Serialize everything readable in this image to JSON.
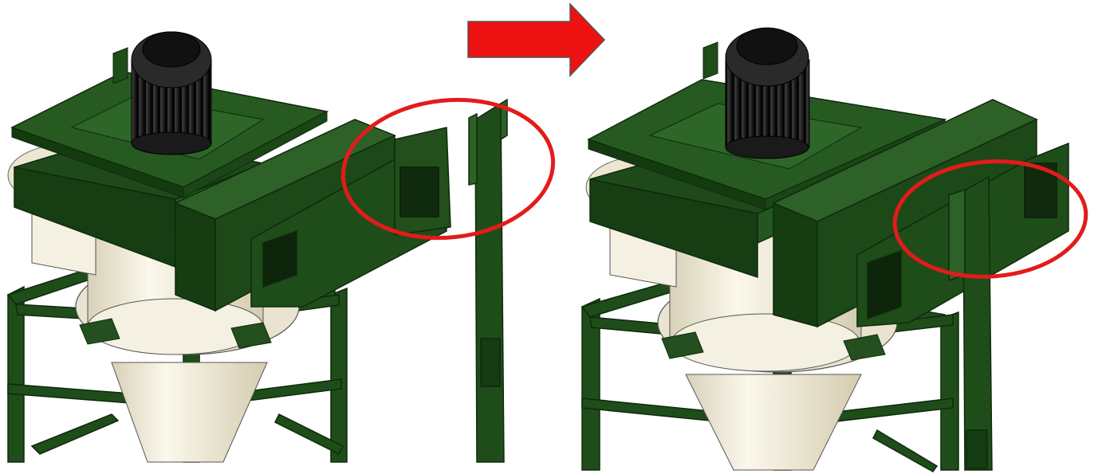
{
  "colors": {
    "frame_green": "#1f4d1a",
    "frame_dark": "#0f2a0c",
    "frame_mid": "#2d6127",
    "cyclone_body": "#f2eedf",
    "cyclone_shadow": "#d9d3bd",
    "motor_black": "#1b1b1b",
    "motor_rib": "#3a3a3a",
    "highlight_circle": "#e31b1b",
    "arrow_fill": "#ee1111",
    "arrow_stroke": "#555555",
    "background": "#ffffff"
  },
  "panels": [
    {
      "name": "before",
      "state": "exploded"
    },
    {
      "name": "after",
      "state": "assembled"
    }
  ],
  "icons": {
    "transition": "right-arrow-icon",
    "callout": "highlight-ellipse"
  }
}
